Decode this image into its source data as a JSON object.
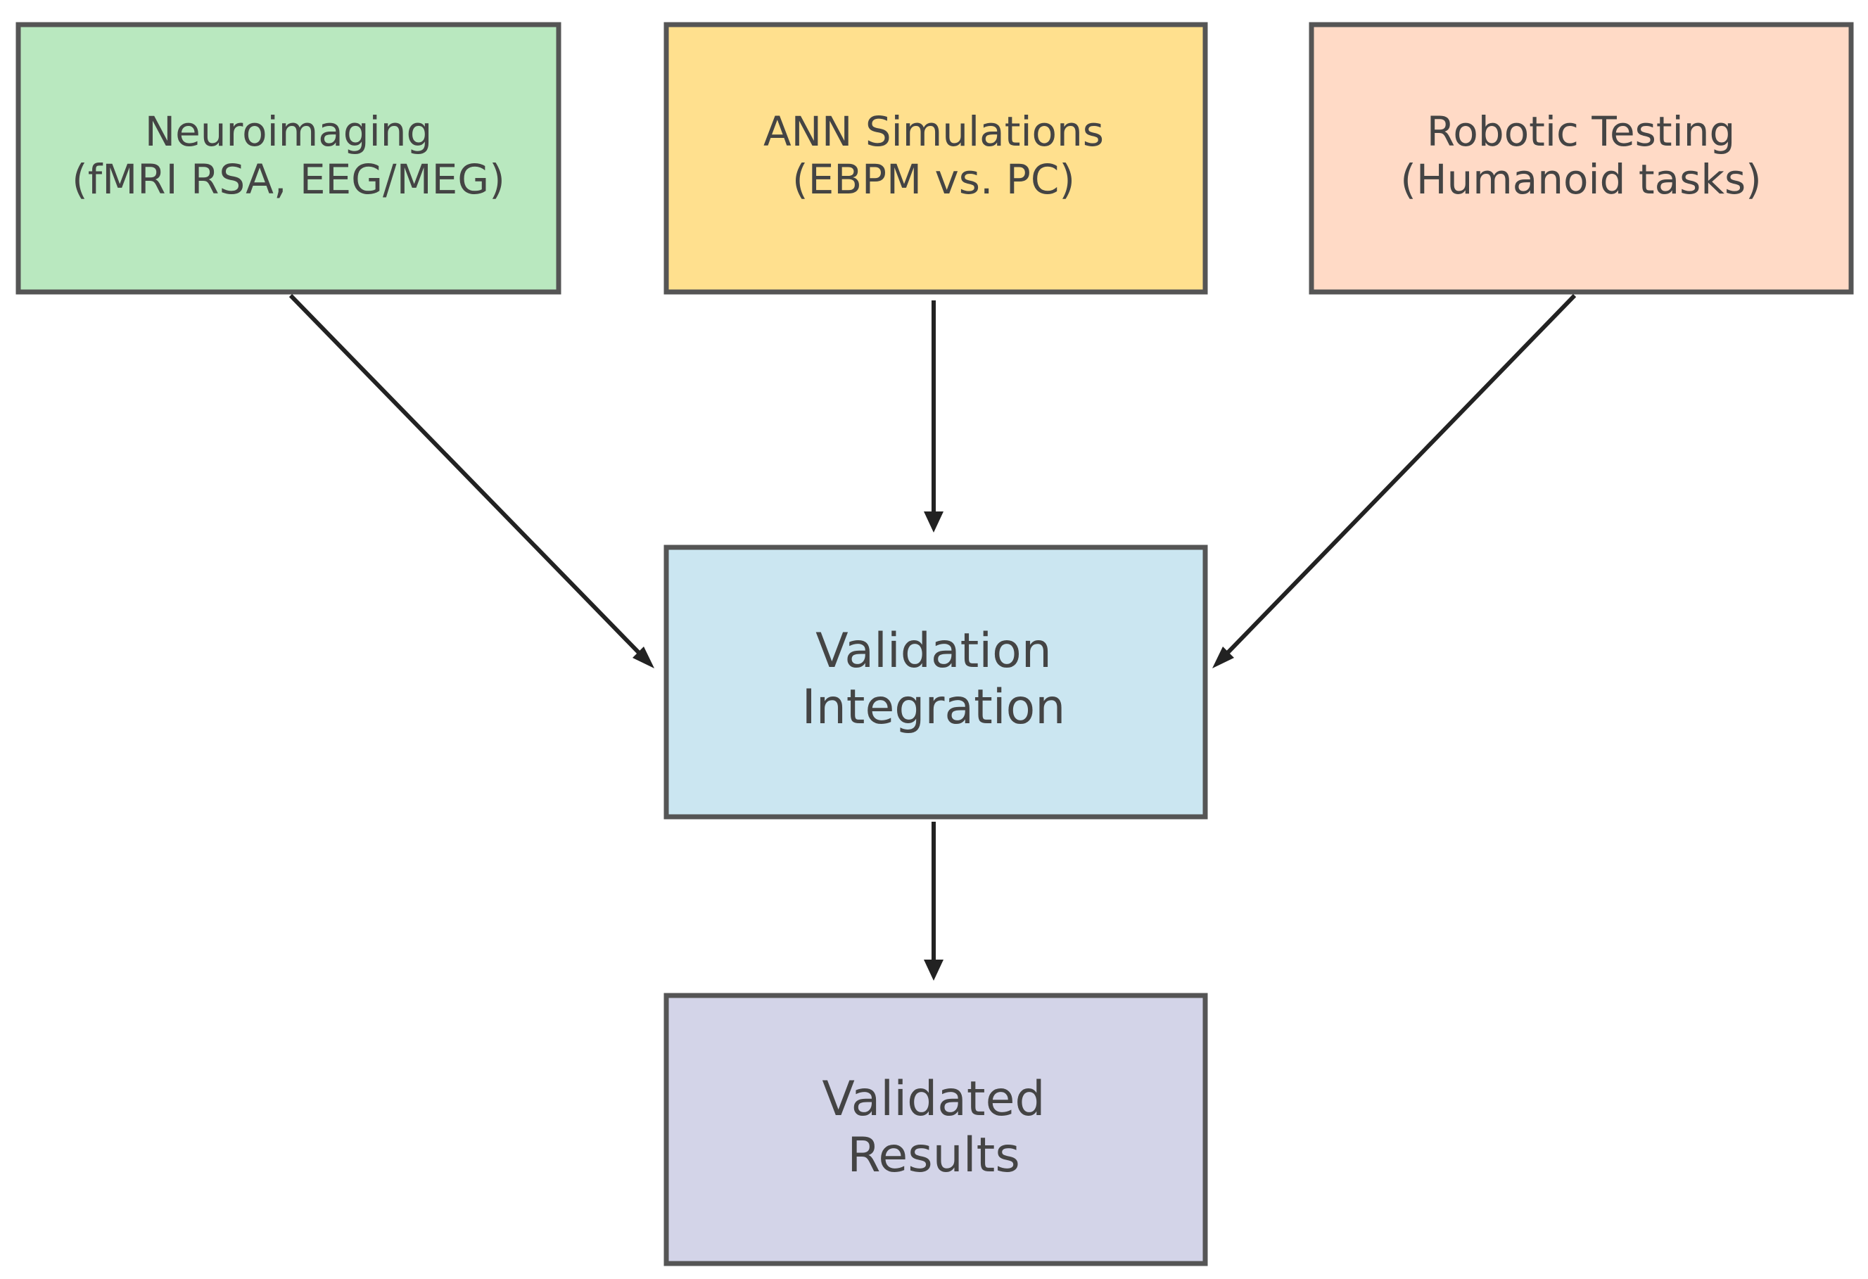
{
  "colors": {
    "neuroimaging": "#b9e8bf",
    "ann": "#ffe08e",
    "robotic": "#ffdac6",
    "validation": "#cbe6f1",
    "results": "#d3d4e8",
    "border": "#555555",
    "arrow": "#222222",
    "text": "#444444"
  },
  "nodes": {
    "neuroimaging": {
      "line1": "Neuroimaging",
      "line2": "(fMRI RSA, EEG/MEG)"
    },
    "ann": {
      "line1": "ANN Simulations",
      "line2": "(EBPM vs. PC)"
    },
    "robotic": {
      "line1": "Robotic Testing",
      "line2": "(Humanoid tasks)"
    },
    "validation": {
      "line1": "Validation",
      "line2": "Integration"
    },
    "results": {
      "line1": "Validated",
      "line2": "Results"
    }
  }
}
